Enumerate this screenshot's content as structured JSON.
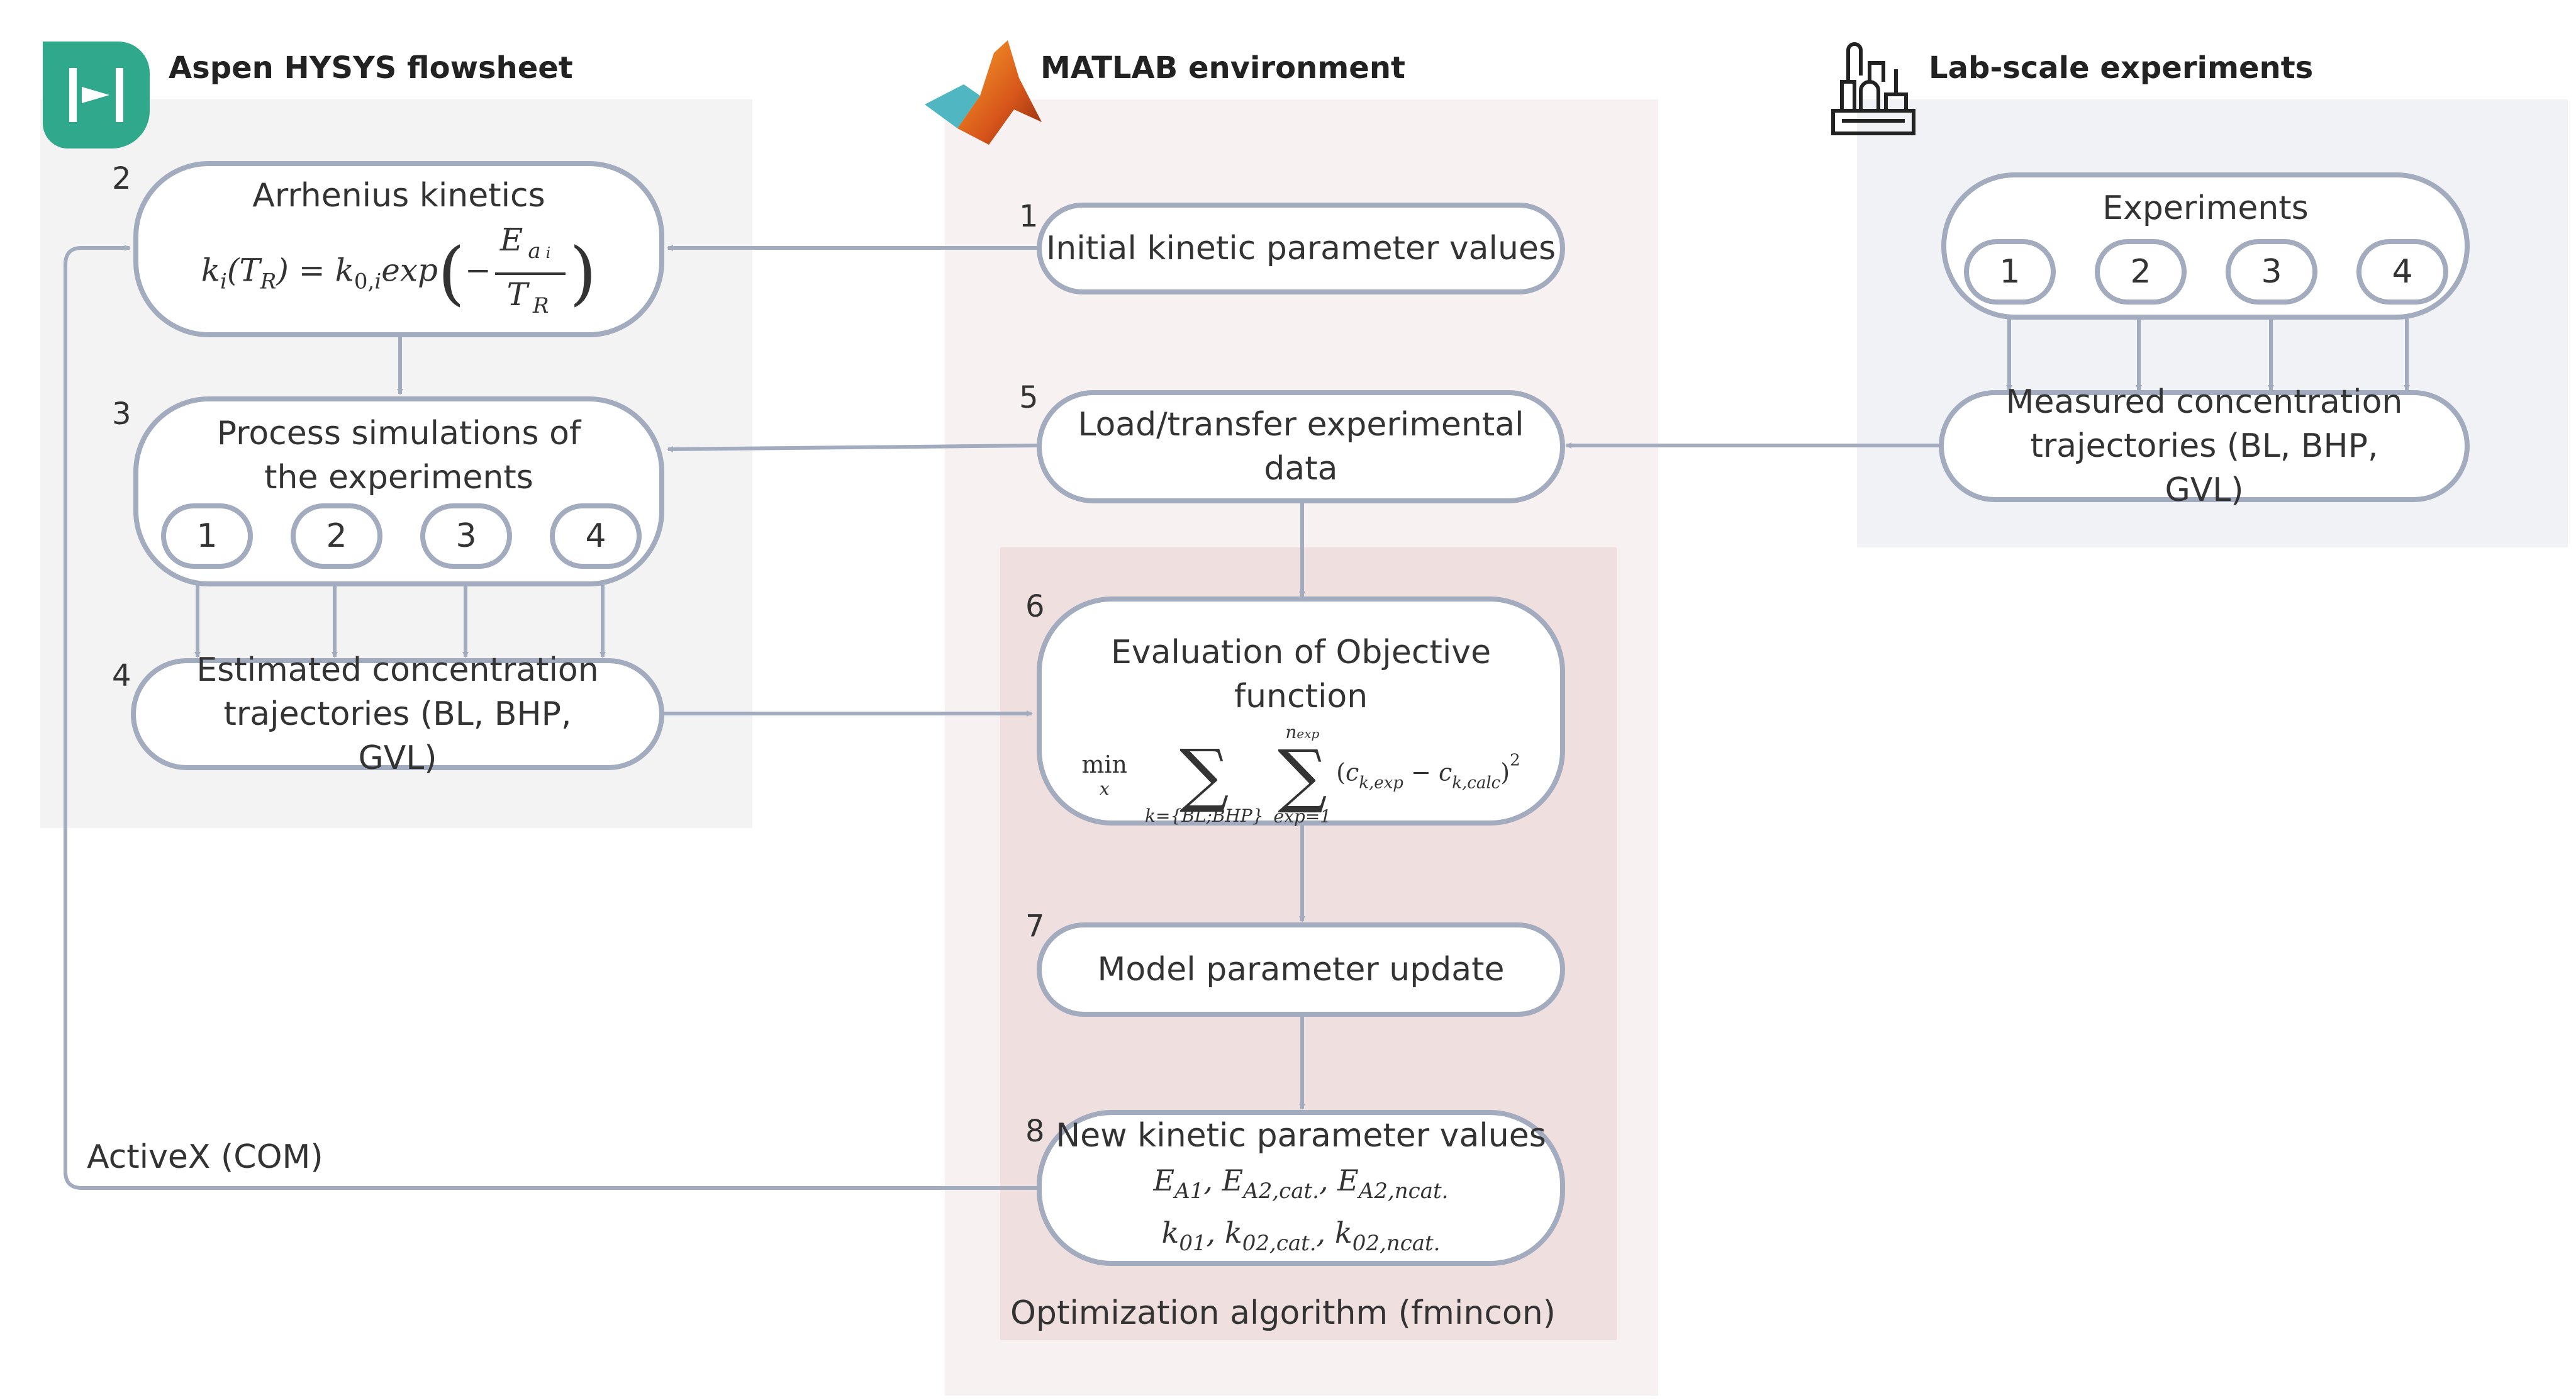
{
  "panels": {
    "hysys": {
      "title": "Aspen HYSYS flowsheet",
      "bg": "#f2f3f2"
    },
    "matlab": {
      "title": "MATLAB environment",
      "bg": "#f7f1f1"
    },
    "optim": {
      "label": "Optimization algorithm (fmincon)",
      "bg": "#efdfdf"
    },
    "lab": {
      "title": "Lab-scale experiments",
      "bg": "#f0f2f6"
    }
  },
  "colors": {
    "stroke": "#a3abbe",
    "hysys_logo": "#2fa88c"
  },
  "icons": {
    "hysys": "hysys-logo-icon",
    "matlab": "matlab-logo-icon",
    "lab": "lab-plant-icon"
  },
  "steps": {
    "s1": {
      "num": "1",
      "label": "Initial kinetic parameter values"
    },
    "s2": {
      "num": "2",
      "label": "Arrhenius kinetics"
    },
    "s3": {
      "num": "3",
      "label": "Process simulations of the experiments",
      "items": [
        "1",
        "2",
        "3",
        "4"
      ]
    },
    "s4": {
      "num": "4",
      "label": "Estimated concentration trajectories (BL, BHP, GVL)"
    },
    "s5": {
      "num": "5",
      "label": "Load/transfer experimental data"
    },
    "s6": {
      "num": "6",
      "label": "Evaluation of Objective function"
    },
    "s7": {
      "num": "7",
      "label": "Model parameter update"
    },
    "s8": {
      "num": "8",
      "label": "New kinetic parameter values"
    }
  },
  "lab": {
    "experiments": {
      "label": "Experiments",
      "items": [
        "1",
        "2",
        "3",
        "4"
      ]
    },
    "measured": {
      "label": "Measured concentration trajectories (BL, BHP, GVL)"
    }
  },
  "link_label": "ActiveX (COM)"
}
